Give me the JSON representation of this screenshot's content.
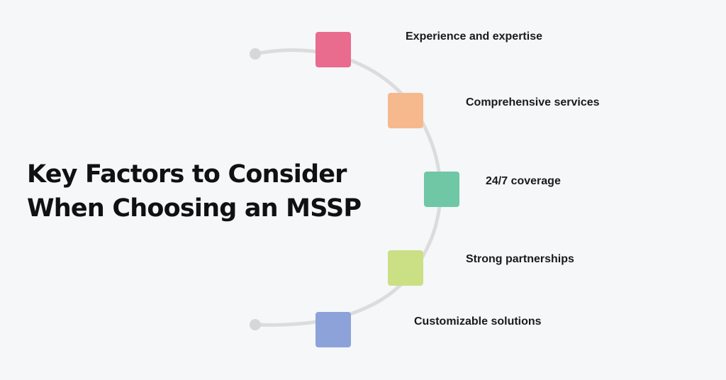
{
  "title": {
    "line1": "Key Factors to Consider",
    "line2": "When Choosing an MSSP"
  },
  "factors": [
    {
      "label": "Experience and expertise",
      "color": "#e96b8d"
    },
    {
      "label": "Comprehensive services",
      "color": "#f6b98d"
    },
    {
      "label": "24/7 coverage",
      "color": "#6fc7a6"
    },
    {
      "label": "Strong partnerships",
      "color": "#cbdf84"
    },
    {
      "label": "Customizable solutions",
      "color": "#8ca2d8"
    }
  ],
  "colors": {
    "background": "#f5f7f9",
    "arc": "#dcdcdc",
    "text": "#111111"
  }
}
